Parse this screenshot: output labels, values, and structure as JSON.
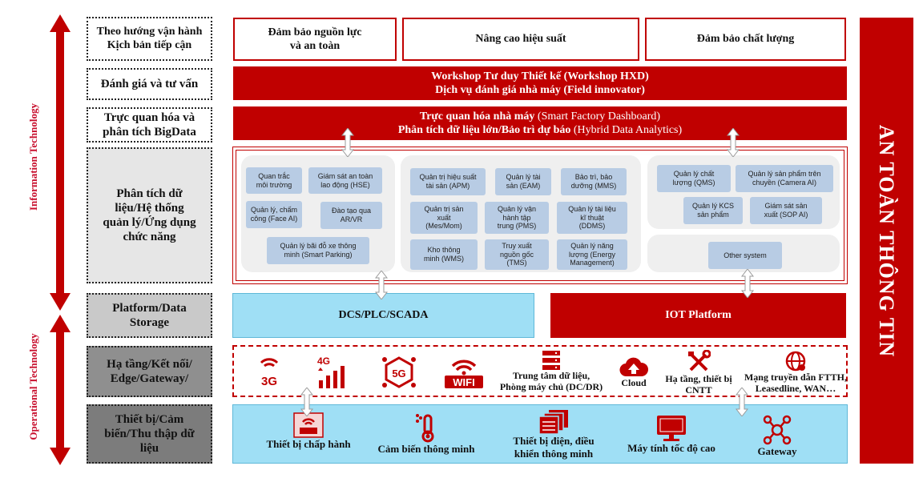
{
  "side_labels": {
    "information_technology": "Information Technology",
    "operational_technology": "Operational Technology",
    "security": "AN TOÀN THÔNG TIN"
  },
  "categories": {
    "approach": [
      "Theo hướng vận hành",
      "Kịch bản tiếp cận"
    ],
    "assessment": "Đánh giá và tư vấn",
    "bigdata": [
      "Trực quan hóa và",
      "phân tích BigData"
    ],
    "applications": [
      "Phân tích dữ",
      "liệu/Hệ thống",
      "quản lý/Ứng dụng",
      "chức năng"
    ],
    "platform": [
      "Platform/Data",
      "Storage"
    ],
    "infrastructure": [
      "Hạ tầng/Kết nối/",
      "Edge/Gateway/"
    ],
    "devices": [
      "Thiết bị/Cảm",
      "biến/Thu thập dữ",
      "liệu"
    ]
  },
  "goals": {
    "g1": [
      "Đảm bảo nguồn lực",
      "và an toàn"
    ],
    "g2": "Nâng cao hiệu suất",
    "g3": "Đảm bảo chất lượng"
  },
  "workshop": {
    "line1": "Workshop Tư duy Thiết kế (Workshop HXD)",
    "line2": "Dịch vụ đánh giá nhà máy (Field innovator)"
  },
  "visualization": {
    "line1_bold": "Trực quan hóa nhà máy",
    "line1_normal": "(Smart Factory Dashboard)",
    "line2_bold": "Phân tích dữ liệu lớn/Bảo trì dự báo",
    "line2_normal": "(Hybrid Data Analytics)"
  },
  "apps_left": [
    [
      "Quan trắc",
      "môi trường"
    ],
    [
      "Giám sát an toàn",
      "lao động (HSE)"
    ],
    [
      "Quản lý, chấm",
      "công (Face AI)"
    ],
    [
      "Đào tạo qua",
      "AR/VR"
    ],
    [
      "Quản lý bãi đỗ xe thông",
      "minh (Smart Parking)"
    ]
  ],
  "apps_mid": [
    [
      "Quản trị hiệu suất",
      "tài sản (APM)"
    ],
    [
      "Quản lý tài",
      "sản (EAM)"
    ],
    [
      "Bảo trì, bảo",
      "dưỡng (MMS)"
    ],
    [
      "Quản trị sản",
      "xuất",
      "(Mes/Mom)"
    ],
    [
      "Quản lý vận",
      "hành tập",
      "trung (PMS)"
    ],
    [
      "Quản lý tài liệu",
      "kĩ thuật",
      "(DDMS)"
    ],
    [
      "Kho thông",
      "minh (WMS)"
    ],
    [
      "Truy xuất",
      "nguồn gốc",
      "(TMS)"
    ],
    [
      "Quản lý năng",
      "lượng (Energy",
      "Management)"
    ]
  ],
  "apps_right": [
    [
      "Quản lý chất",
      "lượng (QMS)"
    ],
    [
      "Quản lý sản phẩm trên",
      "chuyền (Camera AI)"
    ],
    [
      "Quản lý KCS",
      "sản phẩm"
    ],
    [
      "Giám sát sản",
      "xuất (SOP AI)"
    ]
  ],
  "other_system": "Other system",
  "platform": {
    "dcs": "DCS/PLC/SCADA",
    "iot": "IOT Platform"
  },
  "infra": {
    "i3g": "3G",
    "i4g": "4G",
    "i5g": "5G",
    "wifi": "WIFI",
    "datacenter": [
      "Trung tâm dữ liệu,",
      "Phòng máy chủ (DC/DR)"
    ],
    "cloud": "Cloud",
    "it_infra": [
      "Hạ tầng, thiết bị",
      "CNTT"
    ],
    "network": [
      "Mạng truyền dẫn FTTH,",
      "Leasedline, WAN…"
    ]
  },
  "devices": {
    "operating": "Thiết bị chấp hành",
    "sensor": "Cảm biến thông minh",
    "electrical": [
      "Thiết bị điện, điều",
      "khiển thông minh"
    ],
    "computer": "Máy tính tốc độ cao",
    "gateway": "Gateway"
  },
  "colors": {
    "accent_red": "#c00000",
    "it_red": "#c8102e",
    "cyan": "#9fdff5",
    "app_pill": "#b8cce4",
    "panel_gray": "#efefef"
  }
}
